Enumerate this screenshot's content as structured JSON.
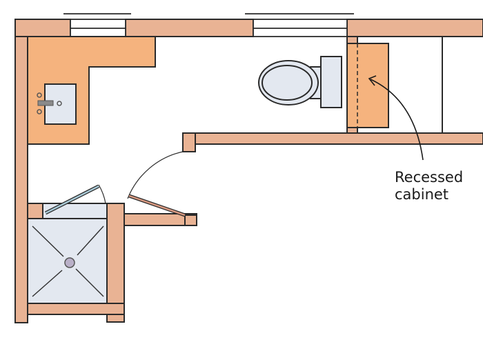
{
  "diagram": {
    "type": "floor-plan",
    "subject": "bathroom layout",
    "colors": {
      "wall": "#e9b394",
      "counter": "#f5b37e",
      "fixture": "#e3e8f0",
      "line": "#2a2a2a",
      "shower_door": "#a9c9d6",
      "entry_door": "#d99a82"
    },
    "elements": [
      {
        "name": "L-shaped vanity counter with sink"
      },
      {
        "name": "Toilet"
      },
      {
        "name": "Recessed cabinet"
      },
      {
        "name": "Entry door with swing arc"
      },
      {
        "name": "Shower with hinged glass door and center drain"
      },
      {
        "name": "Windows (2)"
      }
    ]
  },
  "annotation": {
    "line1": "Recessed",
    "line2": "cabinet"
  }
}
